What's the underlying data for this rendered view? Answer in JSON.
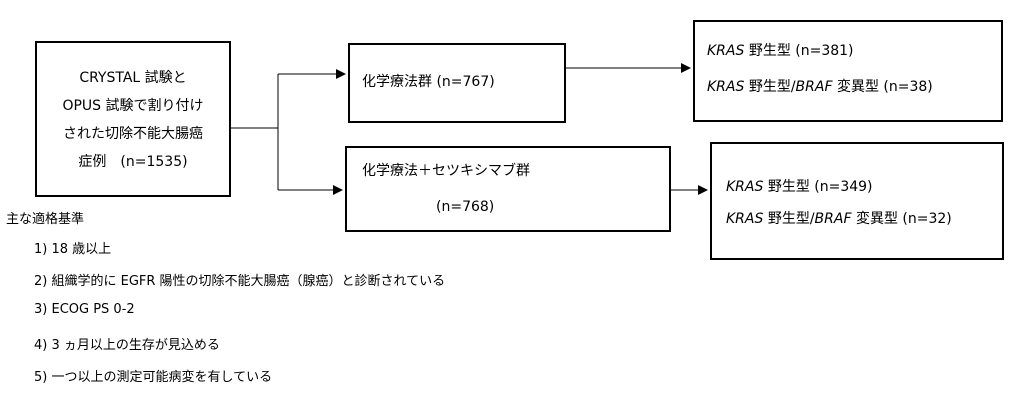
{
  "source_box": {
    "lines": [
      "CRYSTAL 試験と",
      "OPUS 試験で割り付け",
      "された切除不能大腸癌",
      "症例　(n=1535)"
    ]
  },
  "arm_chemo": {
    "label": "化学療法群 (n=767)"
  },
  "arm_cetux": {
    "line1": "化学療法＋セツキシマブ群",
    "line2": "(n=768)"
  },
  "result_chemo": {
    "r1_gene": "KRAS",
    "r1_rest": " 野生型 (n=381)",
    "r2_gene1": "KRAS",
    "r2_mid": " 野生型/",
    "r2_gene2": "BRAF",
    "r2_rest": " 変異型 (n=38)"
  },
  "result_cetux": {
    "r1_gene": "KRAS",
    "r1_rest": " 野生型 (n=349)",
    "r2_gene1": "KRAS",
    "r2_mid": " 野生型/",
    "r2_gene2": "BRAF",
    "r2_rest": " 変異型 (n=32)"
  },
  "criteria": {
    "title": "主な適格基準",
    "items": [
      "1) 18 歳以上",
      "2) 組織学的に EGFR 陽性の切除不能大腸癌（腺癌）と診断されている",
      "3) ECOG PS 0-2",
      "4) 3 ヵ月以上の生存が見込める",
      "5) 一つ以上の測定可能病変を有している"
    ]
  }
}
